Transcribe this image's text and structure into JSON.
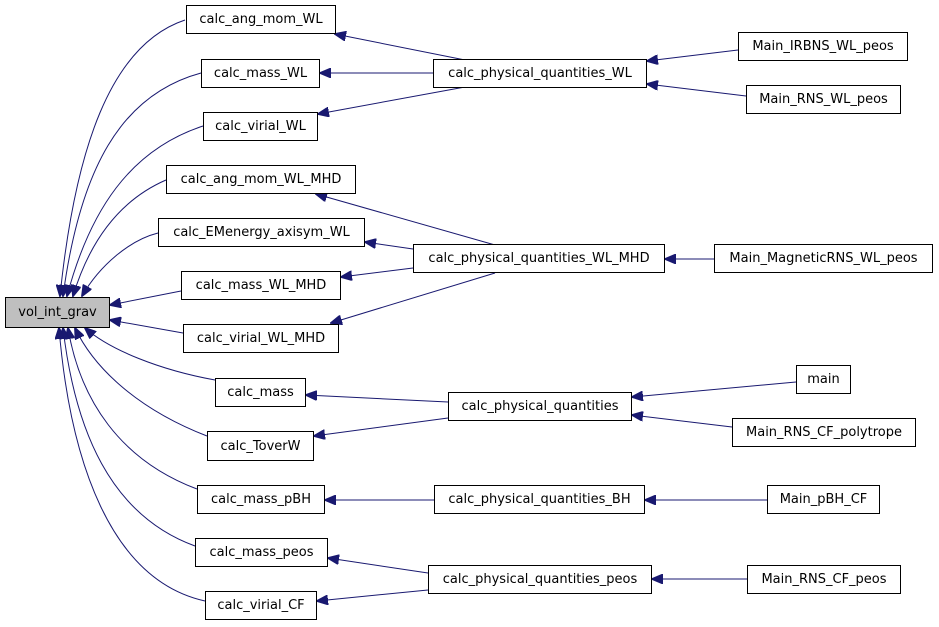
{
  "colors": {
    "edge": "#191970",
    "root_fill": "#bfbfbf",
    "node_fill": "#ffffff",
    "node_border": "#000000"
  },
  "nodes": {
    "vol_int_grav": "vol_int_grav",
    "calc_ang_mom_WL": "calc_ang_mom_WL",
    "calc_mass_WL": "calc_mass_WL",
    "calc_virial_WL": "calc_virial_WL",
    "calc_ang_mom_WL_MHD": "calc_ang_mom_WL_MHD",
    "calc_EMenergy_axisym_WL": "calc_EMenergy_axisym_WL",
    "calc_mass_WL_MHD": "calc_mass_WL_MHD",
    "calc_virial_WL_MHD": "calc_virial_WL_MHD",
    "calc_mass": "calc_mass",
    "calc_ToverW": "calc_ToverW",
    "calc_mass_pBH": "calc_mass_pBH",
    "calc_mass_peos": "calc_mass_peos",
    "calc_virial_CF": "calc_virial_CF",
    "calc_physical_quantities_WL": "calc_physical_quantities_WL",
    "calc_physical_quantities_WL_MHD": "calc_physical_quantities_WL_MHD",
    "calc_physical_quantities": "calc_physical_quantities",
    "calc_physical_quantities_BH": "calc_physical_quantities_BH",
    "calc_physical_quantities_peos": "calc_physical_quantities_peos",
    "Main_IRBNS_WL_peos": "Main_IRBNS_WL_peos",
    "Main_RNS_WL_peos": "Main_RNS_WL_peos",
    "Main_MagneticRNS_WL_peos": "Main_MagneticRNS_WL_peos",
    "main": "main",
    "Main_RNS_CF_polytrope": "Main_RNS_CF_polytrope",
    "Main_pBH_CF": "Main_pBH_CF",
    "Main_RNS_CF_peos": "Main_RNS_CF_peos"
  }
}
